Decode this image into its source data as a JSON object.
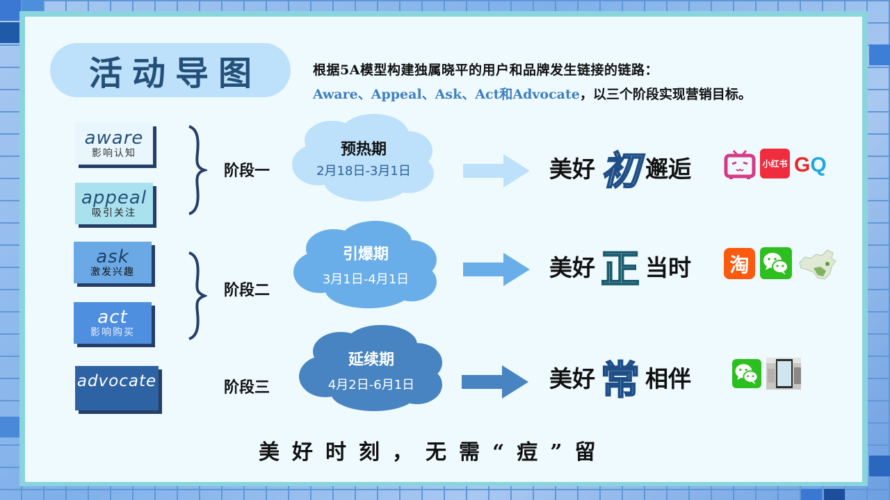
{
  "title": "活动导图",
  "intro": {
    "line1": "根据5A模型构建独属晓平的用户和品牌发生链接的链路：",
    "line2_en": "Aware、Appeal、Ask、Act和Advocate",
    "line2_rest": "，以三个阶段实现营销目标。"
  },
  "cards": [
    {
      "en": "aware",
      "zh": "影响认知",
      "bg": "#e9f6fd",
      "fg": "#244f78"
    },
    {
      "en": "appeal",
      "zh": "吸引关注",
      "bg": "#a9e1ee",
      "fg": "#244f78"
    },
    {
      "en": "ask",
      "zh": "激发兴趣",
      "bg": "#6ba9e6",
      "fg": "#1e3f66"
    },
    {
      "en": "act",
      "zh": "影响购买",
      "bg": "#4f8fe0",
      "fg": "#ffffff"
    },
    {
      "en": "advocate",
      "zh": "",
      "bg": "#2d63a3",
      "fg": "#ffffff"
    }
  ],
  "stages": [
    {
      "label": "阶段一",
      "period": "预热期",
      "dates": "2月18日-3月1日",
      "cloud_color": "#bde0fb",
      "name_color": "#111111",
      "date_color": "#2a5f96",
      "arrow_color": "#bde0fb",
      "slogan": {
        "pre": "美好",
        "big": "初",
        "post": "邂逅",
        "big_fill": "#e2f1fd"
      },
      "channels": [
        "bilibili-icon",
        "xiaohongshu-icon",
        "gq-icon"
      ]
    },
    {
      "label": "阶段二",
      "period": "引爆期",
      "dates": "3月1日-4月1日",
      "cloud_color": "#6aaee9",
      "name_color": "#ffffff",
      "date_color": "#ffffff",
      "arrow_color": "#6aaee9",
      "slogan": {
        "pre": "美好",
        "big": "正",
        "post": "当时",
        "big_fill": "#8ccfe0"
      },
      "channels": [
        "taobao-icon",
        "wechat-icon",
        "china-map-icon"
      ]
    },
    {
      "label": "阶段三",
      "period": "延续期",
      "dates": "4月2日-6月1日",
      "cloud_color": "#4784c1",
      "name_color": "#ffffff",
      "date_color": "#ffffff",
      "arrow_color": "#4784c1",
      "slogan": {
        "pre": "美好",
        "big": "常",
        "post": "相伴",
        "big_fill": "#6aaee9"
      },
      "channels": [
        "wechat-icon",
        "billboard-photo"
      ]
    }
  ],
  "channel_labels": {
    "xiaohongshu": "小红书",
    "taobao": "淘",
    "gq": "GQ"
  },
  "footer": "美好时刻，无需“痘”留"
}
